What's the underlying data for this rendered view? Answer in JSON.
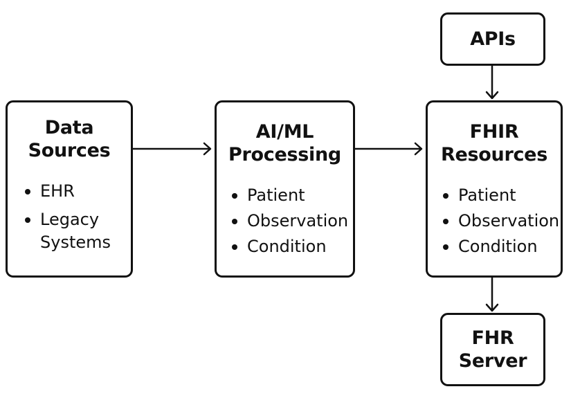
{
  "data_sources": {
    "title_lines": [
      "Data",
      "Sources"
    ],
    "items": [
      {
        "lines": [
          "EHR"
        ]
      },
      {
        "lines": [
          "Legacy",
          "Systems"
        ]
      }
    ]
  },
  "ai_ml": {
    "title_lines": [
      "AI/ML",
      "Processing"
    ],
    "items": [
      {
        "lines": [
          "Patient"
        ]
      },
      {
        "lines": [
          "Observation"
        ]
      },
      {
        "lines": [
          "Condition"
        ]
      }
    ]
  },
  "fhir_resources": {
    "title_lines": [
      "FHIR",
      "Resources"
    ],
    "items": [
      {
        "lines": [
          "Patient"
        ]
      },
      {
        "lines": [
          "Observation"
        ]
      },
      {
        "lines": [
          "Condition"
        ]
      }
    ]
  },
  "apis": {
    "title_lines": [
      "APIs"
    ]
  },
  "fhr_server": {
    "title_lines": [
      "FHR",
      "Server"
    ]
  }
}
